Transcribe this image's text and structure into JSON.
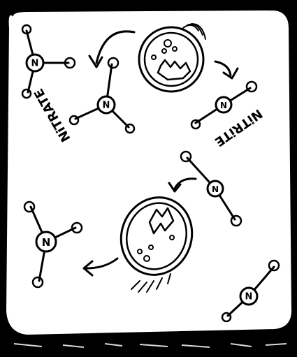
{
  "colors": {
    "ink": "#000000",
    "paper": "#ffffff",
    "border": "#000000"
  },
  "labels": {
    "nitrate": "NiTRATE",
    "nitrite": "NiTRiTE",
    "atom_symbol": "N"
  },
  "drawing_style": "hand-drawn doodle, black ink on white rounded card"
}
